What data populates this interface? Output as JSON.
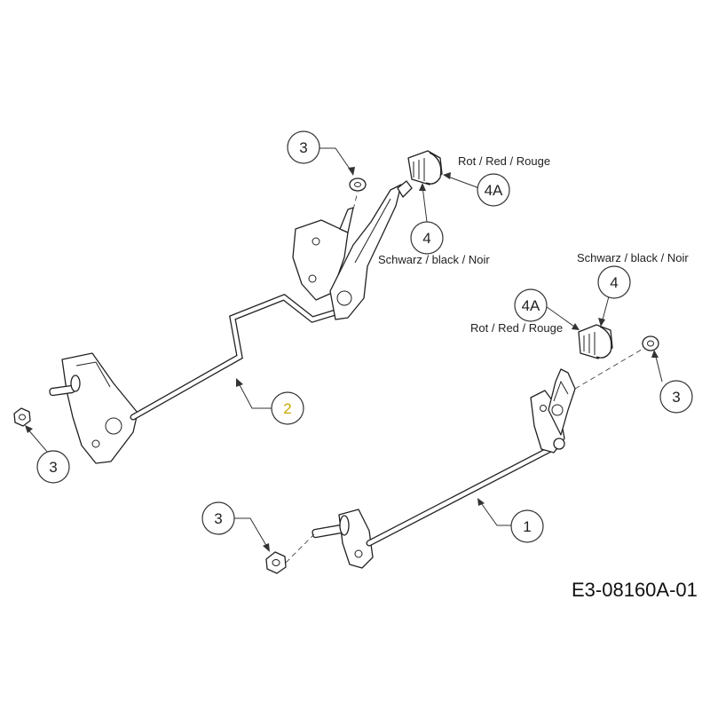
{
  "callouts": {
    "c1": "1",
    "c2": "2",
    "c3a": "3",
    "c3b": "3",
    "c3c": "3",
    "c3d": "3",
    "c4a": "4",
    "c4b": "4",
    "c4Aa": "4A",
    "c4Ab": "4A"
  },
  "captions": {
    "red_top": "Rot / Red / Rouge",
    "black_top": "Schwarz / black / Noir",
    "black_right": "Schwarz / black / Noir",
    "red_right": "Rot / Red / Rouge"
  },
  "drawing_code": "E3-08160A-01",
  "colors": {
    "line": "#222222",
    "highlight_callout": "#d4b000"
  }
}
